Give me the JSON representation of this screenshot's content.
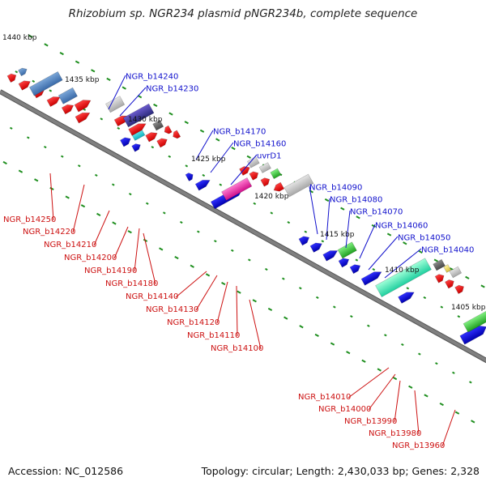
{
  "title": "Rhizobium sp. NGR234 plasmid pNGR234b, complete sequence",
  "footer": {
    "accession": "Accession: NC_012586",
    "summary": "Topology: circular; Length: 2,430,033 bp; Genes: 2,328"
  },
  "colors": {
    "forward_label": "#1010cc",
    "reverse_label": "#cc1010",
    "backbone": "#808080",
    "tick": "#1f8f1f"
  },
  "scale": {
    "unit": "kbp",
    "labels": [
      "1440 kbp",
      "1435 kbp",
      "1430 kbp",
      "1425 kbp",
      "1420 kbp",
      "1415 kbp",
      "1410 kbp",
      "1405 kbp"
    ]
  },
  "forward_labels": [
    "NGR_b14240",
    "NGR_b14230",
    "NGR_b14170",
    "NGR_b14160",
    "uvrD1",
    "NGR_b14090",
    "NGR_b14080",
    "NGR_b14070",
    "NGR_b14060",
    "NGR_b14050",
    "NGR_b14040"
  ],
  "reverse_labels": [
    "NGR_b14250",
    "NGR_b14220",
    "NGR_b14210",
    "NGR_b14200",
    "NGR_b14190",
    "NGR_b14180",
    "NGR_b14140",
    "NGR_b14130",
    "NGR_b14120",
    "NGR_b14110",
    "NGR_b14100",
    "NGR_b14010",
    "NGR_b14000",
    "NGR_b13990",
    "NGR_b13980",
    "NGR_b13960"
  ]
}
